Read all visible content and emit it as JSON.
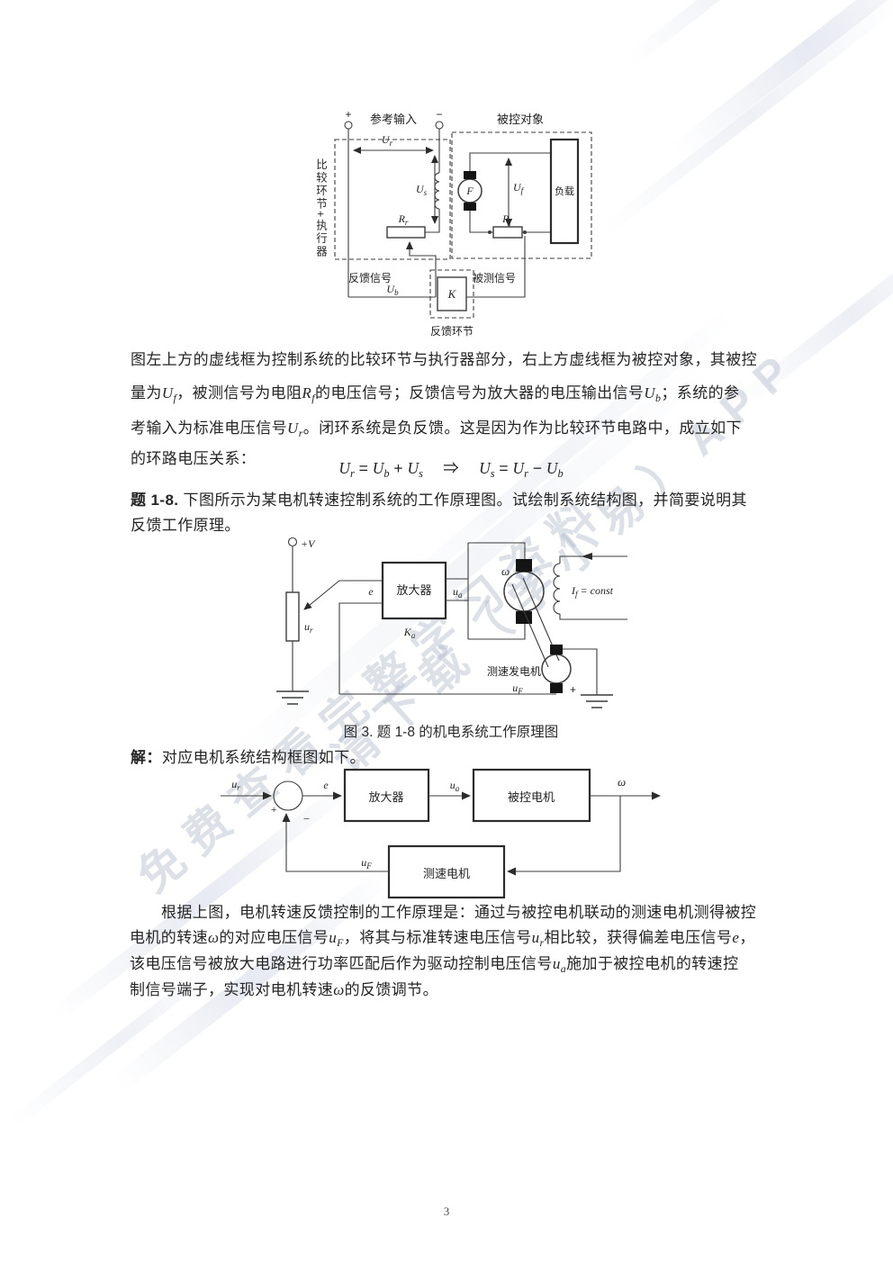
{
  "page": {
    "number": "3"
  },
  "watermark": {
    "line1": "免费查看完整学习资料",
    "line2": "请下载（学小易）APP",
    "color": "#aeb8c9"
  },
  "text": {
    "p1": [
      [
        {
          "t": "图左上方的虚线框为控制系统的比较环节与执行器部分，右上方虚线框为被控对象，其被控"
        }
      ],
      [
        {
          "t": "量为"
        },
        {
          "i": "U"
        },
        {
          "s": "f"
        },
        {
          "t": "，被测信号为电阻"
        },
        {
          "i": "R"
        },
        {
          "s": "f"
        },
        {
          "t": "的电压信号；反馈信号为放大器的电压输出信号"
        },
        {
          "i": "U"
        },
        {
          "s": "b"
        },
        {
          "t": "；系统的参"
        }
      ],
      [
        {
          "t": "考输入为标准电压信号"
        },
        {
          "i": "U"
        },
        {
          "s": "r"
        },
        {
          "t": "。闭环系统是负反馈。这是因为作为比较环节电路中，成立如下"
        }
      ],
      [
        {
          "t": "的环路电压关系："
        }
      ]
    ],
    "equation": [
      {
        "i": "U"
      },
      {
        "s": "r"
      },
      {
        "t": " = "
      },
      {
        "i": "U"
      },
      {
        "s": "b"
      },
      {
        "t": " + "
      },
      {
        "i": "U"
      },
      {
        "s": "s"
      },
      {
        "t": "　 ⇒ 　"
      },
      {
        "i": "U"
      },
      {
        "s": "s"
      },
      {
        "t": " = "
      },
      {
        "i": "U"
      },
      {
        "s": "r"
      },
      {
        "t": " − "
      },
      {
        "i": "U"
      },
      {
        "s": "b"
      }
    ],
    "p2": [
      [
        {
          "b": "题 1-8."
        },
        {
          "t": " 下图所示为某电机转速控制系统的工作原理图。试绘制系统结构图，并简要说明其"
        }
      ],
      [
        {
          "t": "反馈工作原理。"
        }
      ]
    ],
    "fig_caption": "图 3. 题 1-8 的机电系统工作原理图",
    "solution": [
      {
        "b": "解："
      },
      {
        "t": "对应电机系统结构框图如下。"
      }
    ],
    "p3": [
      [
        {
          "t": "根据上图，电机转速反馈控制的工作原理是：通过与被控电机联动的测速电机测得被控"
        }
      ],
      [
        {
          "t": "电机的转速"
        },
        {
          "i": "ω"
        },
        {
          "t": "的对应电压信号"
        },
        {
          "i": "u"
        },
        {
          "s": "F"
        },
        {
          "t": "，将其与标准转速电压信号"
        },
        {
          "i": "u"
        },
        {
          "s": "r"
        },
        {
          "t": "相比较，获得偏差电压信号"
        },
        {
          "i": "e"
        },
        {
          "t": "，"
        }
      ],
      [
        {
          "t": "该电压信号被放大电路进行功率匹配后作为驱动控制电压信号"
        },
        {
          "i": "u"
        },
        {
          "s": "a"
        },
        {
          "t": "施加于被控电机的转速控"
        }
      ],
      [
        {
          "t": "制信号端子，实现对电机转速"
        },
        {
          "i": "ω"
        },
        {
          "t": "的反馈调节。"
        }
      ]
    ]
  },
  "fig1": {
    "ref_input": "参考输入",
    "controlled_object": "被控对象",
    "side_label": "比较环节+执行器",
    "plus": "+",
    "minus": "−",
    "Ur": {
      "b": "U",
      "s": "r"
    },
    "Us": {
      "b": "U",
      "s": "s"
    },
    "Rr": {
      "b": "R",
      "s": "r"
    },
    "F": "F",
    "Uf": {
      "b": "U",
      "s": "f"
    },
    "Rf": {
      "b": "R",
      "s": "f"
    },
    "load": "负载",
    "fb_signal": "反馈信号",
    "meas_signal": "被测信号",
    "Ub": {
      "b": "U",
      "s": "b"
    },
    "K": "K",
    "fb_element": "反馈环节"
  },
  "fig2": {
    "plusV": "+V",
    "ur": {
      "b": "u",
      "s": "r"
    },
    "e": "e",
    "amp": "放大器",
    "Ka": {
      "b": "K",
      "s": "a"
    },
    "ua": {
      "b": "u",
      "s": "a"
    },
    "omega": "ω",
    "If": {
      "b": "I",
      "s": "f",
      "rest": " = const"
    },
    "tacho": "测速发电机",
    "uF": {
      "b": "u",
      "s": "F"
    },
    "plus": "+"
  },
  "fig3": {
    "ur": {
      "b": "u",
      "s": "r"
    },
    "e": "e",
    "amp": "放大器",
    "ua": {
      "b": "u",
      "s": "a"
    },
    "plant": "被控电机",
    "omega": "ω",
    "tacho": "测速电机",
    "uF": {
      "b": "u",
      "s": "F"
    },
    "plus": "+",
    "minus": "−"
  }
}
